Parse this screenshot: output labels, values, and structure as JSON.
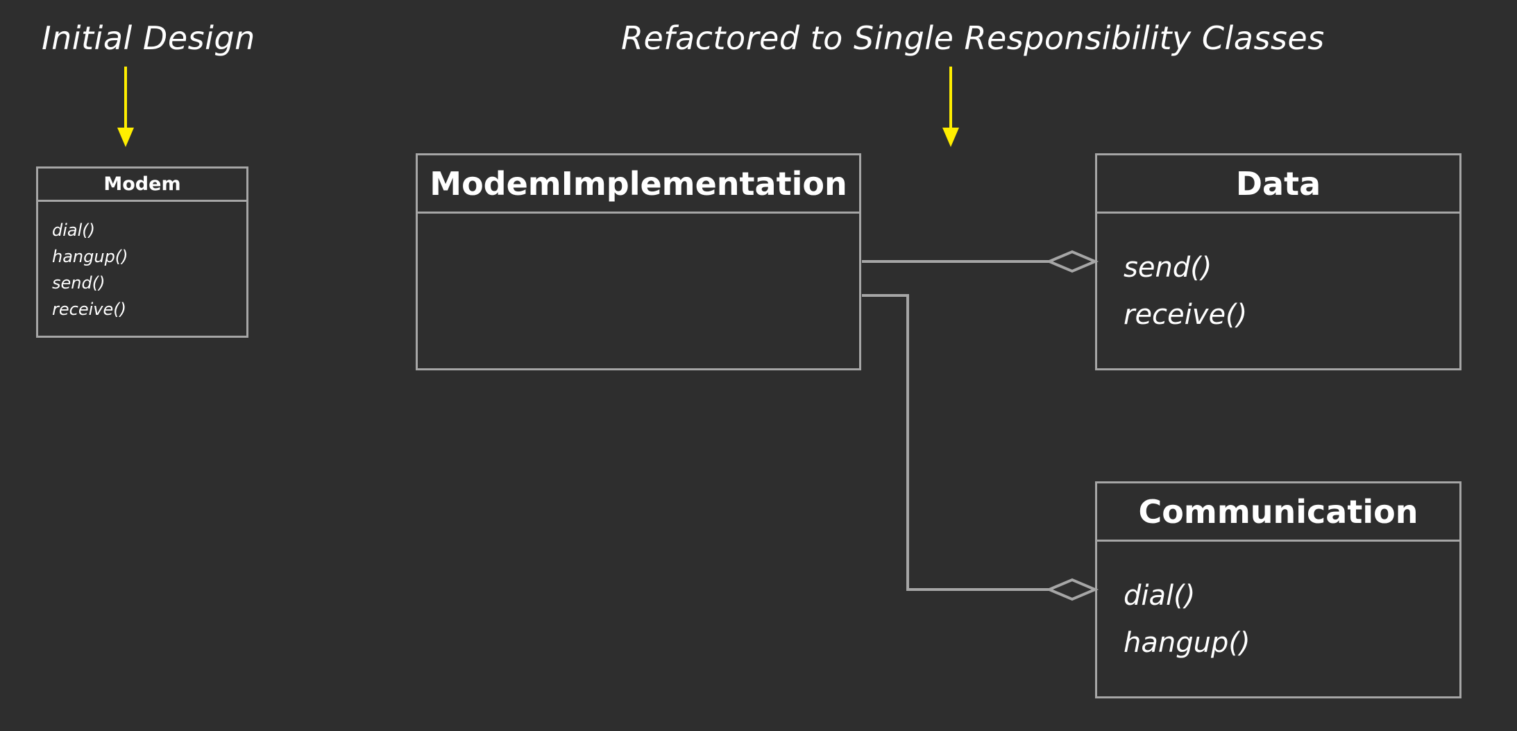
{
  "headings": {
    "left": "Initial Design",
    "right": "Refactored to Single Responsibility Classes"
  },
  "colors": {
    "background": "#2e2e2e",
    "arrow": "#ffee00",
    "line": "#a6a6a6",
    "text": "#ffffff"
  },
  "classes": {
    "modem": {
      "name": "Modem",
      "operations": [
        "dial()",
        "hangup()",
        "send()",
        "receive()"
      ]
    },
    "modem_implementation": {
      "name": "ModemImplementation",
      "operations": []
    },
    "data": {
      "name": "Data",
      "operations": [
        "send()",
        "receive()"
      ]
    },
    "communication": {
      "name": "Communication",
      "operations": [
        "dial()",
        "hangup()"
      ]
    }
  },
  "relationships": [
    {
      "from": "Data",
      "to": "ModemImplementation",
      "type": "aggregation"
    },
    {
      "from": "Communication",
      "to": "ModemImplementation",
      "type": "aggregation"
    }
  ]
}
